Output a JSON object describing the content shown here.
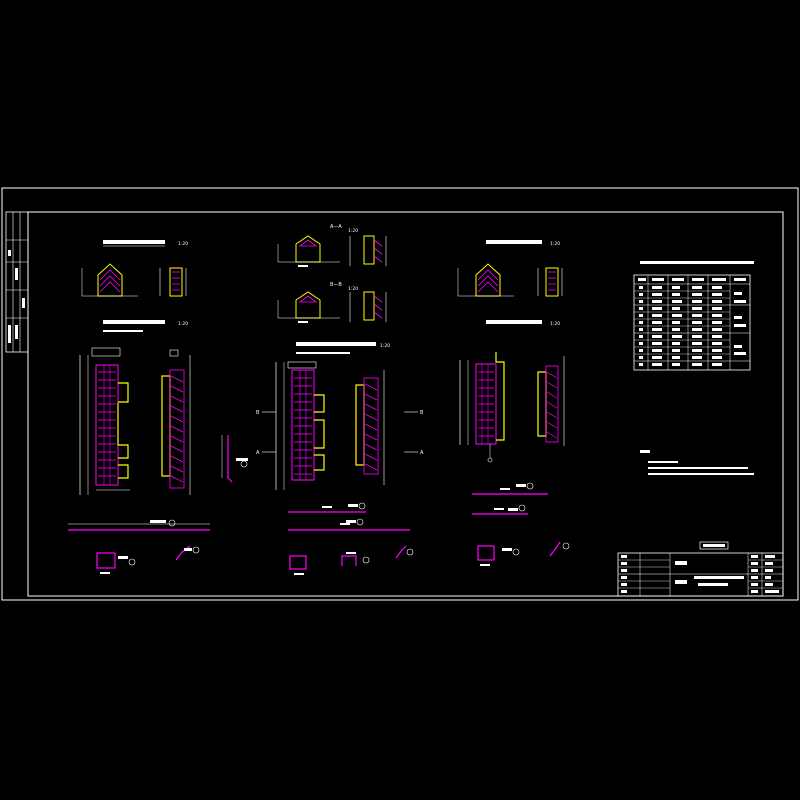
{
  "colors": {
    "background": "#000000",
    "frame": "#ffffff",
    "rebar": "#ff00ff",
    "concrete": "#ffff00",
    "text": "#ffffff",
    "accent": "#00ffff"
  },
  "scale_1_20": "1:20",
  "section_labels": {
    "a_a": "A—A",
    "b_b": "B—B",
    "mark_a": "A",
    "mark_b": "B"
  }
}
